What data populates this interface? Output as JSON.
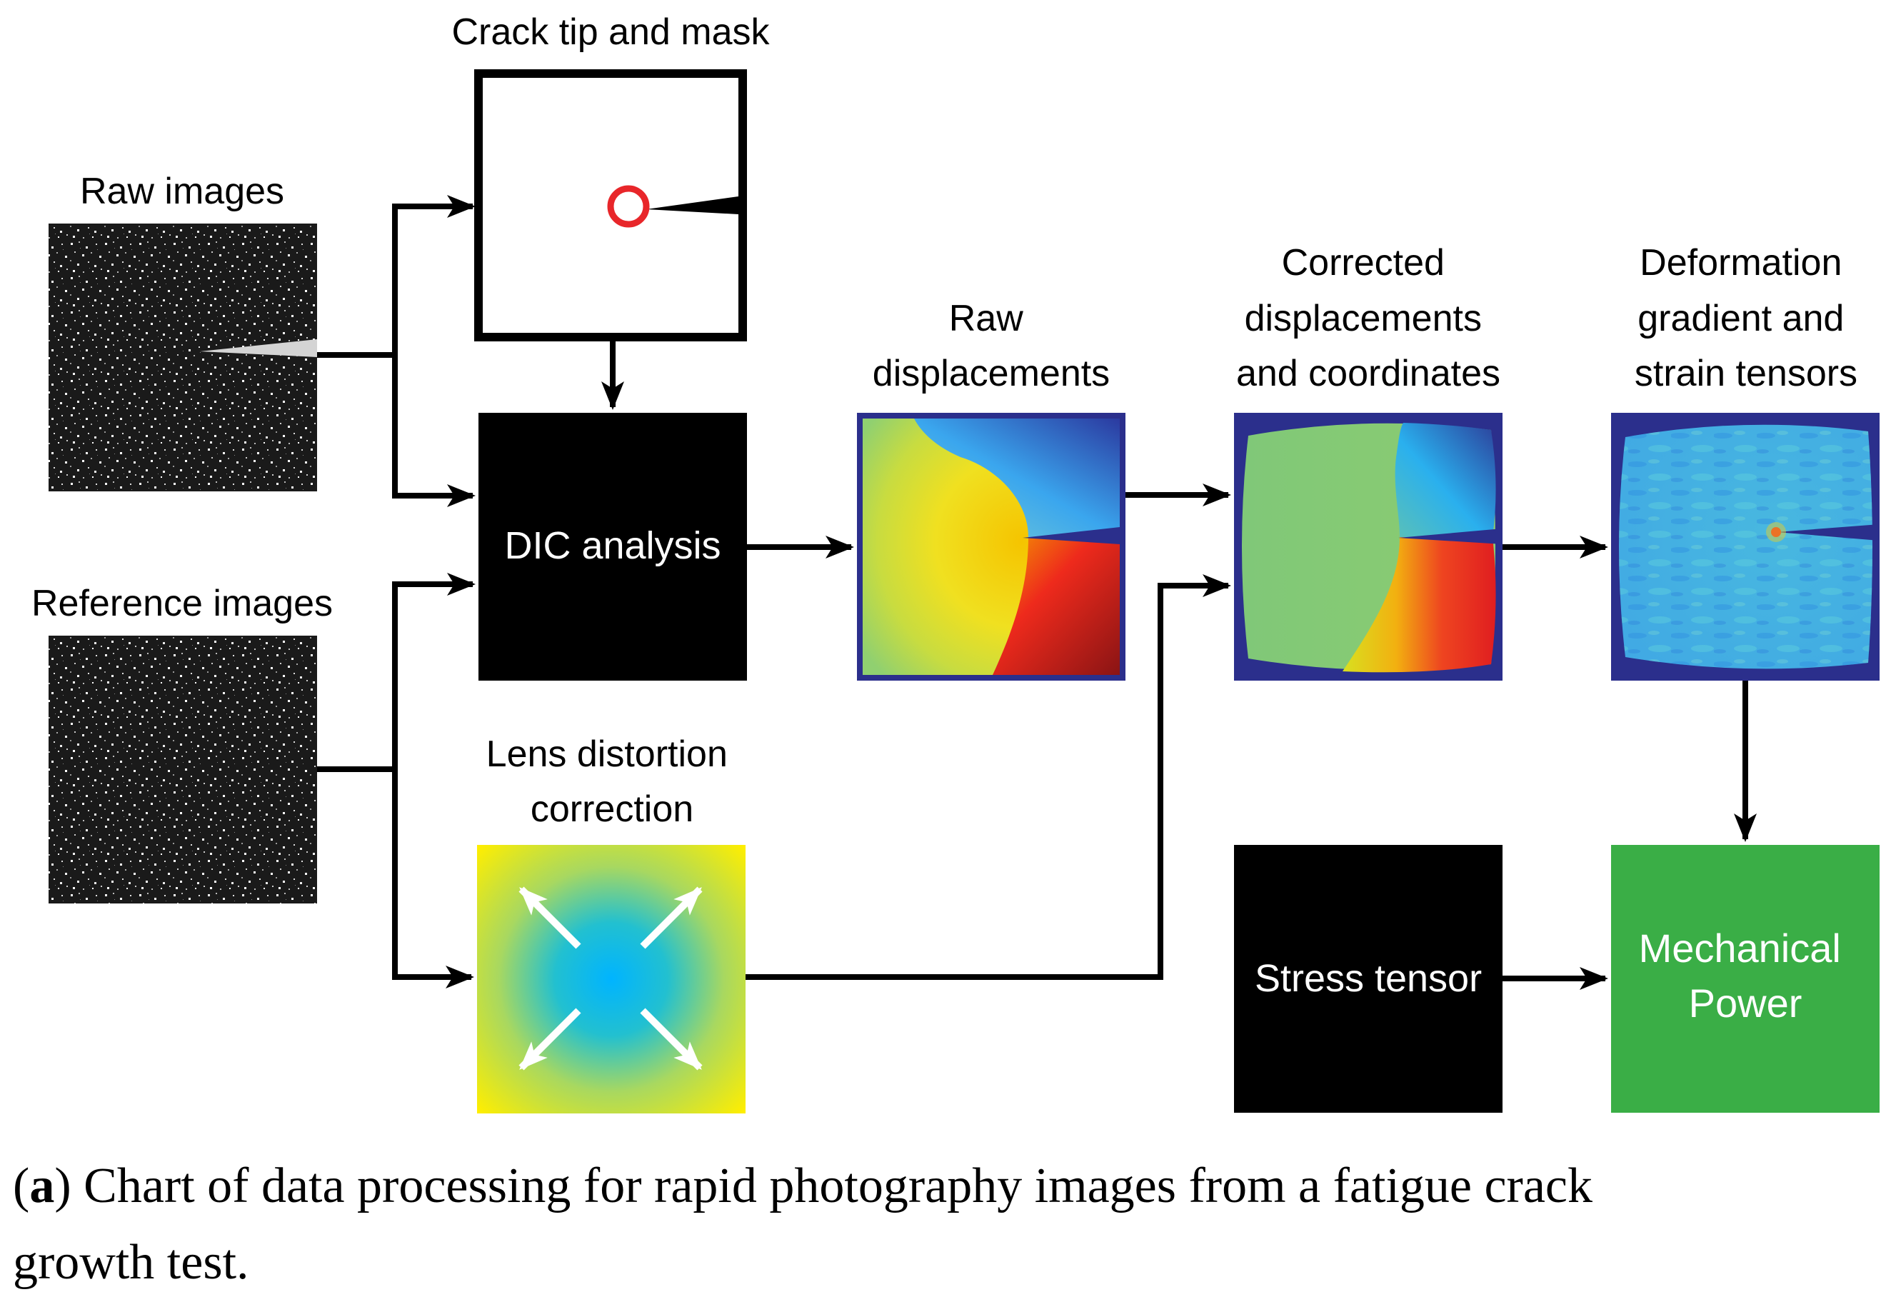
{
  "labels": {
    "raw_images": "Raw images",
    "reference_images": "Reference images",
    "crack_tip_mask": "Crack tip and mask",
    "dic_analysis": "DIC analysis",
    "lens_distortion": [
      "Lens distortion",
      "correction"
    ],
    "raw_displacements": [
      "Raw",
      "displacements"
    ],
    "corrected_displacements": [
      "Corrected",
      "displacements",
      "and coordinates"
    ],
    "deformation_gradient": [
      "Deformation",
      "gradient and",
      "strain tensors"
    ],
    "stress_tensor": "Stress tensor",
    "mechanical_power": [
      "Mechanical",
      "Power"
    ]
  },
  "caption": {
    "tag": "a",
    "line1": ") Chart of data processing for rapid photography images from a fatigue crack",
    "line2": "growth test."
  },
  "colors": {
    "dic_box": "#000000",
    "stress_box": "#000000",
    "power_box": "#3aae46",
    "crack_tip_marker": "#e8262a",
    "field_border": "#2b2f8c"
  },
  "icons": {
    "raw_images_tile": "speckle-noise-image",
    "reference_images_tile": "speckle-noise-image",
    "crack_tip_tile": "crack-tip-mask-image",
    "lens_tile": "radial-distortion-arrows",
    "raw_disp_tile": "displacement-field-heatmap",
    "corrected_disp_tile": "corrected-displacement-heatmap",
    "strain_tile": "strain-field-heatmap"
  }
}
